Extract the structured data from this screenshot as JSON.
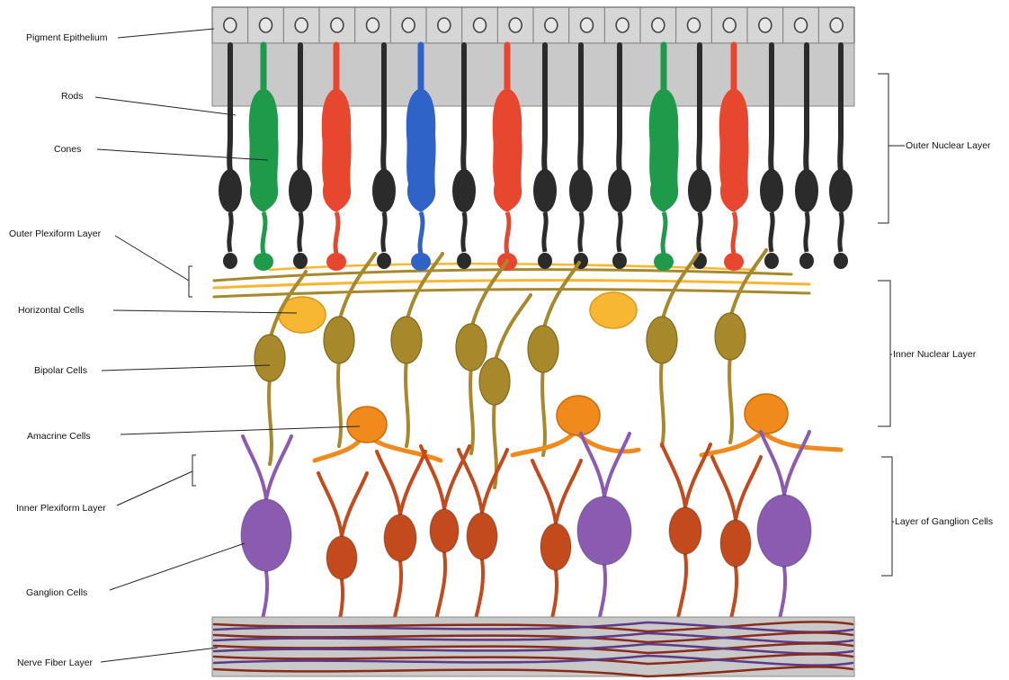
{
  "labels_left": {
    "pigment_epithelium": "Pigment Epithelium",
    "rods": "Rods",
    "cones": "Cones",
    "outer_plexiform_layer": "Outer Plexiform Layer",
    "horizontal_cells": "Horizontal Cells",
    "bipolar_cells": "Bipolar Cells",
    "amacrine_cells": "Amacrine Cells",
    "inner_plexiform_layer": "Inner Plexiform Layer",
    "ganglion_cells": "Ganglion Cells",
    "nerve_fiber_layer": "Nerve Fiber Layer"
  },
  "labels_right": {
    "outer_nuclear_layer": "Outer Nuclear Layer",
    "inner_nuclear_layer": "Inner Nuclear Layer",
    "layer_of_ganglion_cells": "Layer of Ganglion Cells"
  },
  "colors": {
    "rod": "#2b2b2b",
    "cone_green": "#1e9a4a",
    "cone_red": "#e8472f",
    "cone_blue": "#2f63c8",
    "horizontal": "#f7b733",
    "bipolar": "#a7892c",
    "amacrine": "#f08a1c",
    "ganglion_red": "#c24a1c",
    "ganglion_purple": "#8a5bb0",
    "background_band": "#c9c9c9"
  },
  "photoreceptors": [
    "rod",
    "cone_green",
    "rod",
    "cone_red",
    "rod",
    "cone_blue",
    "rod",
    "cone_red",
    "rod",
    "rod",
    "rod",
    "cone_green",
    "rod",
    "cone_red",
    "rod",
    "rod",
    "rod"
  ]
}
